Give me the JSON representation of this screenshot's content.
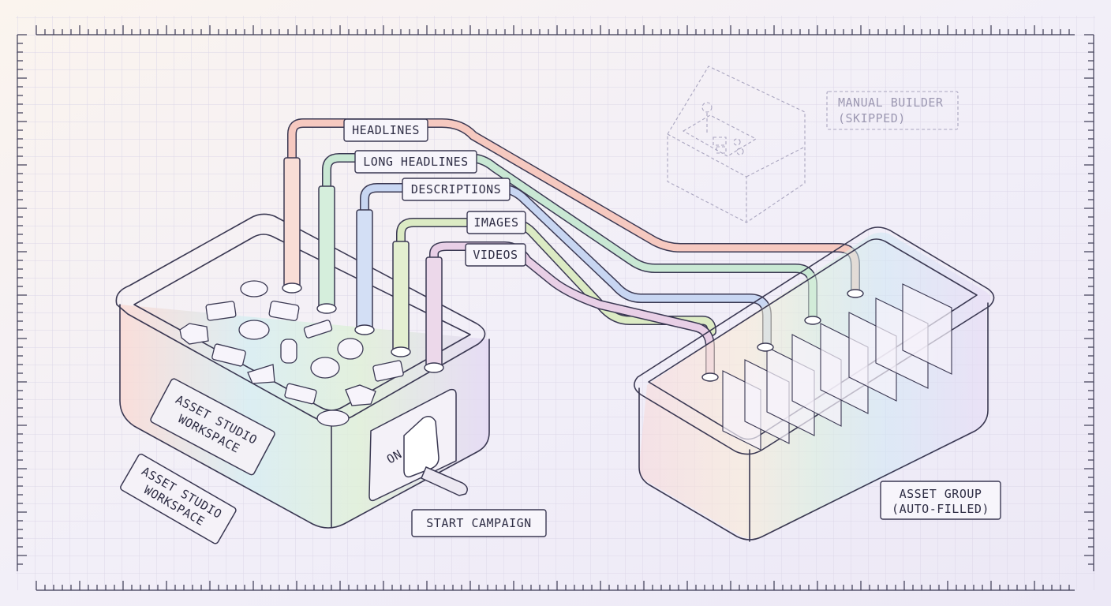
{
  "labels": {
    "headlines": "HEADLINES",
    "long_headlines": "LONG HEADLINES",
    "descriptions": "DESCRIPTIONS",
    "images": "IMAGES",
    "videos": "VIDEOS",
    "manual_builder_line1": "MANUAL BUILDER",
    "manual_builder_line2": "(SKIPPED)",
    "workspace_plaque_line1": "ASSET STUDIO",
    "workspace_plaque_line2": "WORKSPACE",
    "workspace_tag_line1": "ASSET STUDIO",
    "workspace_tag_line2": "WORKSPACE",
    "switch_on": "ON",
    "start_campaign": "START CAMPAIGN",
    "asset_group_line1": "ASSET GROUP",
    "asset_group_line2": "(AUTO-FILLED)"
  },
  "colors": {
    "ink": "#3a3852",
    "background": "#f4f1f8",
    "grid": "#d9d4e6",
    "tube_headlines": "#f6c9c0",
    "tube_long_headlines": "#c9e8d4",
    "tube_descriptions": "#c8d6f2",
    "tube_images": "#dcebc4",
    "tube_videos": "#e8cfe6"
  }
}
